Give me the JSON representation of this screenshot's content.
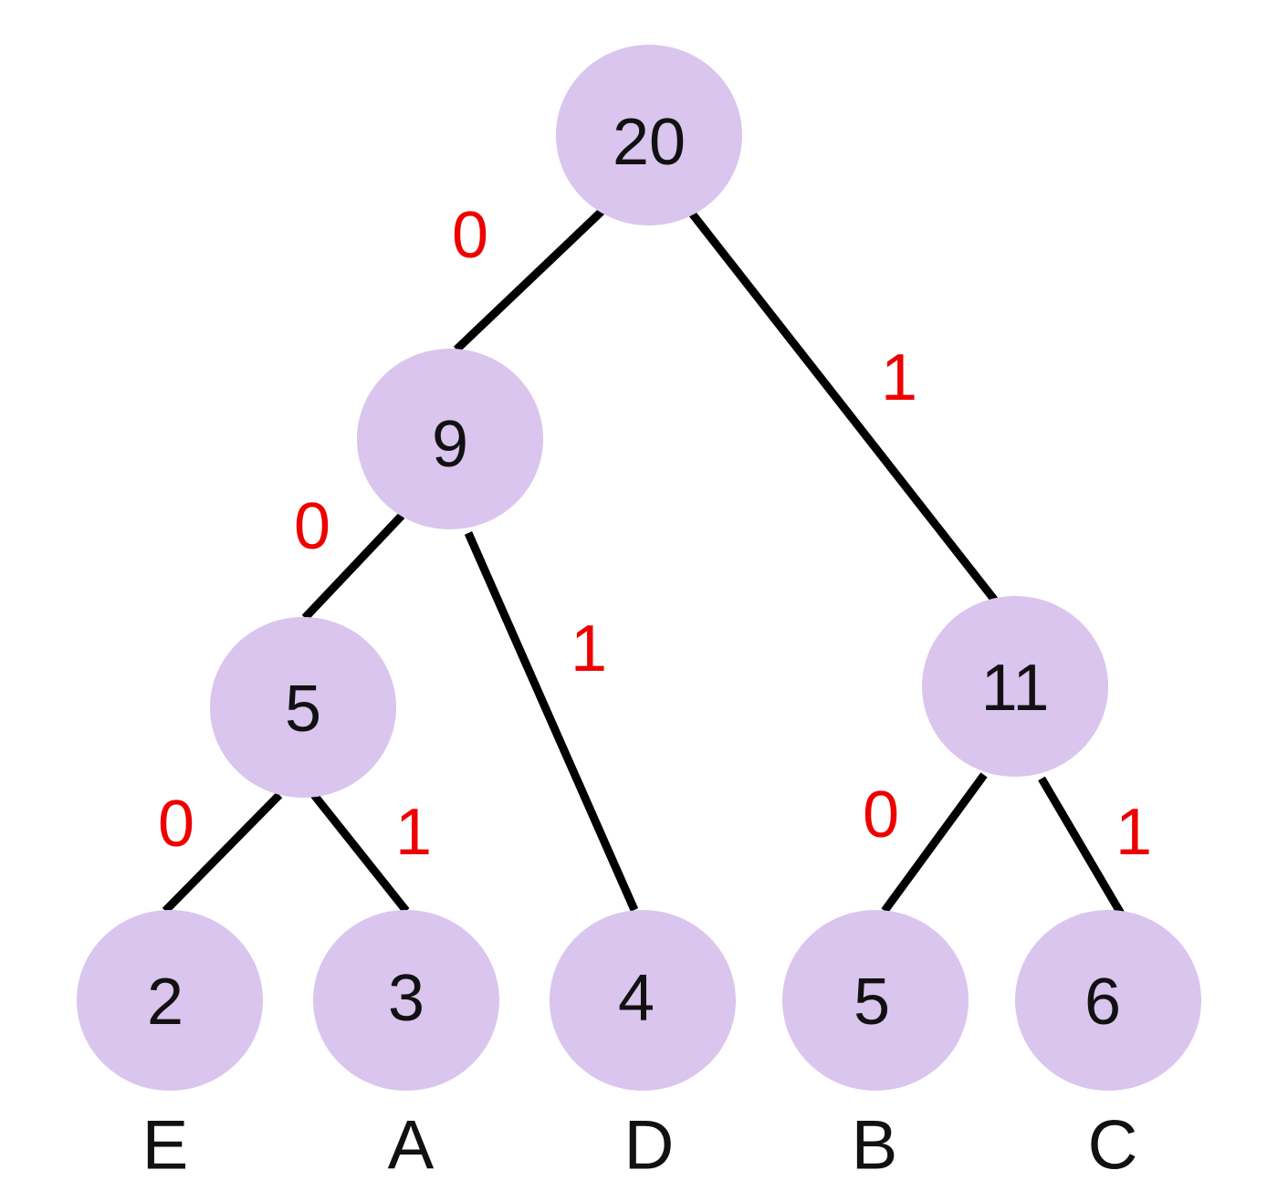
{
  "colors": {
    "node_fill": "#d9c5ee",
    "edge": "#000000",
    "bit_label": "#ee0000",
    "text": "#111111"
  },
  "nodes": {
    "root": "20",
    "n9": "9",
    "n11": "11",
    "n5": "5",
    "leaf_e": "2",
    "leaf_a": "3",
    "leaf_d": "4",
    "leaf_b": "5",
    "leaf_c": "6"
  },
  "edges": {
    "root_n9": "0",
    "root_n11": "1",
    "n9_n5": "0",
    "n9_d": "1",
    "n5_e": "0",
    "n5_a": "1",
    "n11_b": "0",
    "n11_c": "1"
  },
  "leaf_labels": {
    "e": "E",
    "a": "A",
    "d": "D",
    "b": "B",
    "c": "C"
  }
}
